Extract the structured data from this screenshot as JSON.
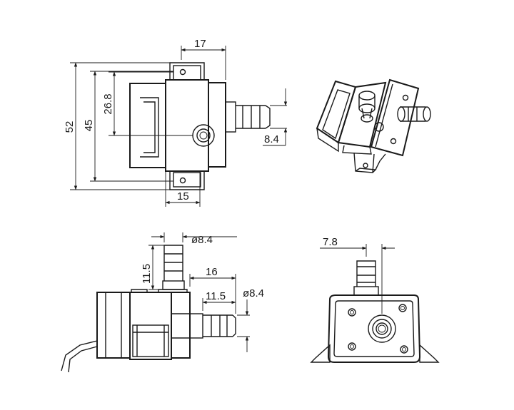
{
  "views": {
    "front": {
      "dims": {
        "top_width": "17",
        "overall_height": "52",
        "body_height": "45",
        "inner_height": "26.8",
        "outlet_diameter": "8.4",
        "bottom_width": "15"
      }
    },
    "iso": {},
    "side": {
      "dims": {
        "top_outlet_diameter": "ø8.4",
        "top_outlet_length": "11.5",
        "side_outlet_offset": "16",
        "side_outlet_length": "11.5",
        "side_outlet_diameter": "ø8.4"
      }
    },
    "rear": {
      "dims": {
        "outlet_offset": "7.8"
      }
    }
  }
}
